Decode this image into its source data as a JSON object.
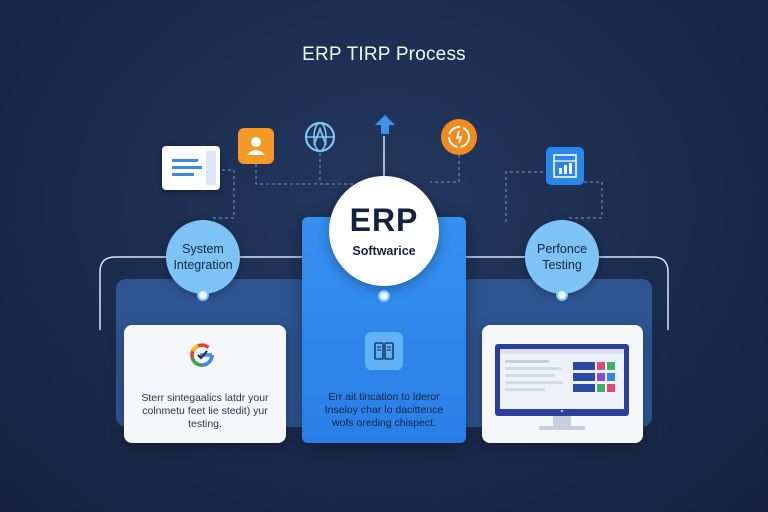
{
  "title": "ERP TIRP Process",
  "center": {
    "heading": "ERP",
    "subheading": "Softwarice",
    "text": [
      "Err ait tincation to lderor",
      "Inseloy char lo dacittence",
      "wofs oreding chispect."
    ]
  },
  "nodes": {
    "left": [
      "System",
      "Integration"
    ],
    "right": [
      "Perfonce",
      "Testing"
    ]
  },
  "cards": {
    "left_text": [
      "Sterr sintegaalics latdr your",
      "colnmetu feet lie stedit) yur",
      "testing."
    ]
  },
  "icons": {
    "document": "document-icon",
    "user": "user-icon",
    "globe": "globe-icon",
    "upload": "upload-arrow-icon",
    "clock": "clock-icon",
    "chart": "chart-icon",
    "book": "book-icon",
    "google": "google-g-icon",
    "monitor": "monitor-icon"
  },
  "colors": {
    "background": "#1b2b4d",
    "center_panel": "#2f88ee",
    "band": "#2e5591",
    "node": "#7dc3f6",
    "orange": "#f49a24"
  }
}
